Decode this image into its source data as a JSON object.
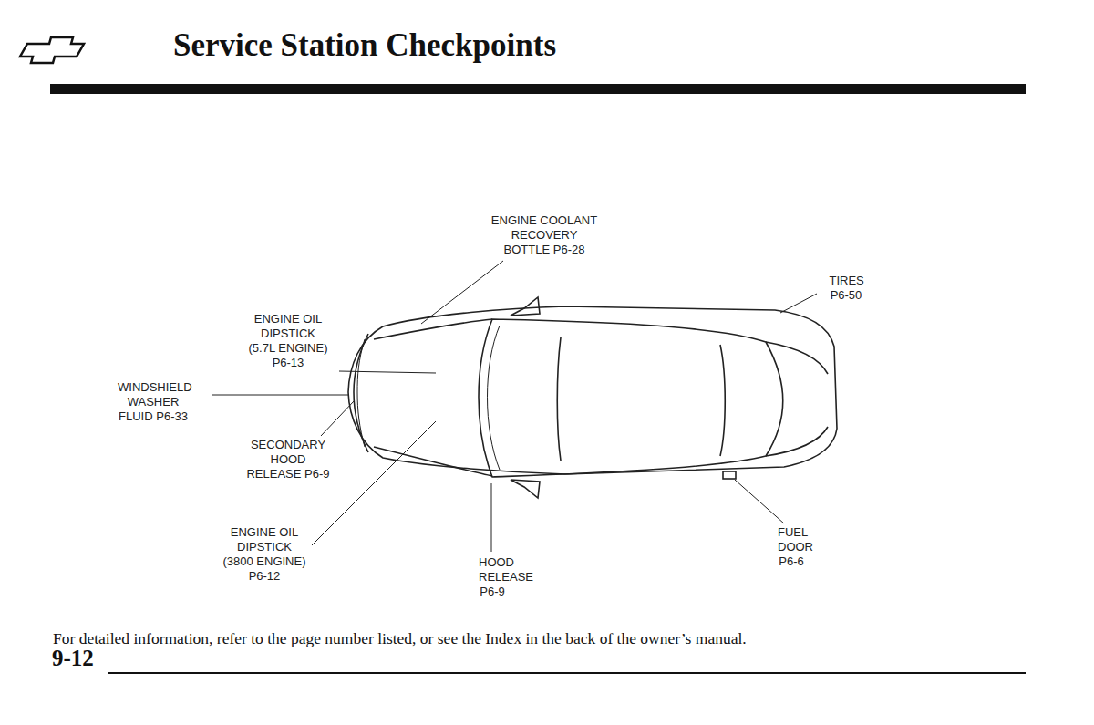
{
  "diagram": {
    "title": "Service Station Checkpoints",
    "caption": "For detailed information, refer to the page number listed, or see the Index in the back of the owner’s manual.",
    "labels": [
      "ENGINE COOLANT RECOVERY BOTTLE P6-28",
      "TIRES P6-50",
      "ENGINE OIL DIPSTICK (5.7L ENGINE) P6-13",
      "WINDSHIELD WASHER FLUID P6-33",
      "SECONDARY HOOD RELEASE P6-9",
      "ENGINE OIL DIPSTICK (3800 ENGINE) P6-12",
      "HOOD RELEASE P6-9",
      "FUEL DOOR P6-6",
      "9-12"
    ]
  }
}
